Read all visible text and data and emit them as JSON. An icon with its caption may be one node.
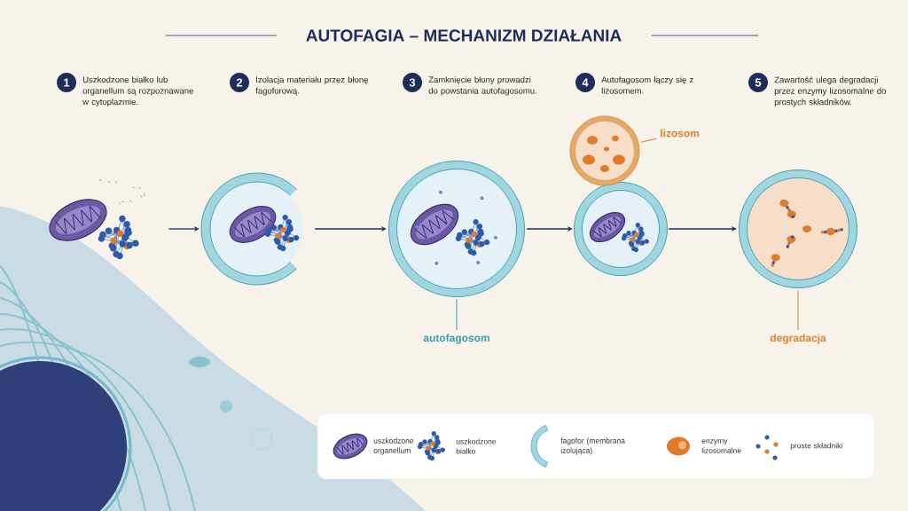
{
  "diagram": {
    "title": "AUTOFAGIA – MECHANIZM DZIAŁANIA",
    "nodes": [
      {
        "text": [
          "1"
        ],
        "beside": [
          "Uszkodzone białko lub organellum są rozpoznawane w cytoplazmie."
        ]
      },
      {
        "text": [
          "2"
        ],
        "beside": [
          "Izolacja materiału przez błonę fagoforową."
        ]
      },
      {
        "text": [
          "3"
        ],
        "beside": [
          "Zamknięcie błony prowadzi do powstania autofagosomu."
        ]
      },
      {
        "text": [
          "4"
        ],
        "beside": [
          "Autofagosom łączy się z lizosomem."
        ]
      },
      {
        "text": [
          "5"
        ],
        "beside": [
          "Zawartość ulega degradacji przez enzymy lizosomalne do prostych składników."
        ]
      },
      {
        "text": [],
        "shape": "picture"
      },
      {
        "text": [],
        "shape": "picture"
      },
      {
        "text": [],
        "shape": "picture"
      },
      {
        "text": [],
        "shape": "picture"
      },
      {
        "text": [],
        "shape": "picture"
      },
      {
        "text": [],
        "shape": "picture"
      },
      {
        "text": [
          "lizosom"
        ]
      },
      {
        "text": [
          "autofagosom"
        ]
      },
      {
        "text": [
          "degradacja"
        ]
      }
    ],
    "edges": [
      {
        "from": 5,
        "to": 6,
        "arrow": "to"
      },
      {
        "from": 6,
        "to": 7,
        "arrow": "to"
      },
      {
        "from": 7,
        "to": 8,
        "arrow": "to"
      },
      {
        "from": 8,
        "to": 10,
        "arrow": "to"
      },
      {
        "from": 11,
        "to": 9,
        "arrow": "none",
        "color": "#d9822b"
      },
      {
        "from": 12,
        "to": 7,
        "arrow": "none",
        "color": "#3a9bb0"
      },
      {
        "from": 13,
        "to": 10,
        "arrow": "none",
        "color": "#d9822b"
      }
    ],
    "legend": [
      {
        "text": "uszkodzone organellum"
      },
      {
        "text": "uszkodzone białko"
      },
      {
        "text": "fagofor (membrana izolująca)"
      },
      {
        "text": "enzymy lizosomalne"
      },
      {
        "text": "proste składniki"
      }
    ]
  }
}
